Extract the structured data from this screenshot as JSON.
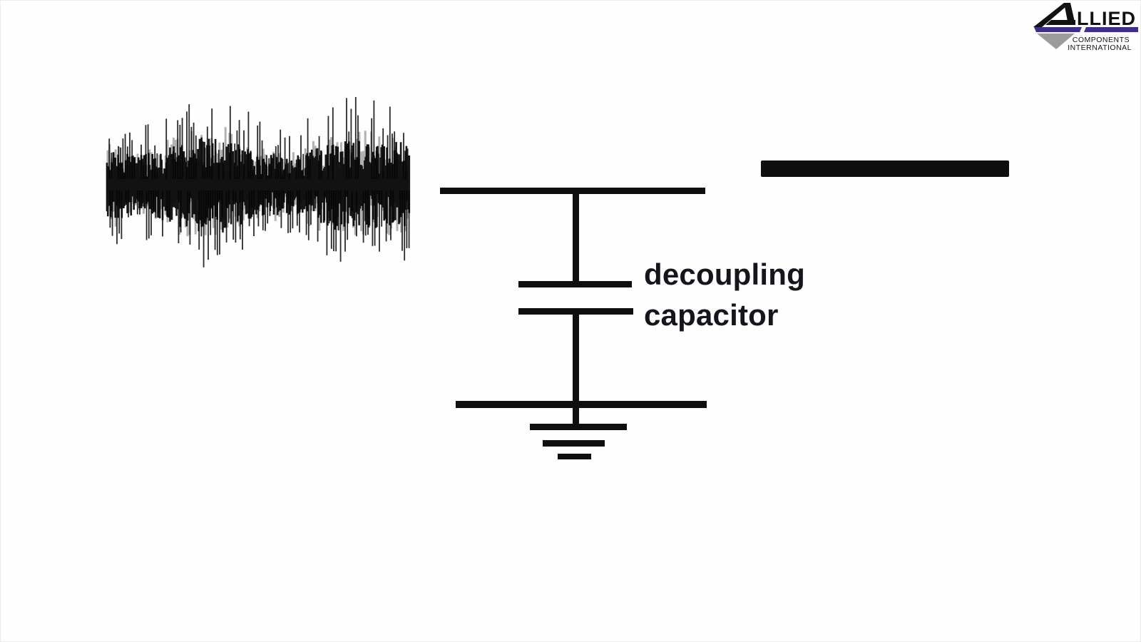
{
  "page": {
    "background": "#fefefe"
  },
  "logo": {
    "company": "Allied Components International",
    "wordmark_rest": "LLIED",
    "subtext_line1": "COMPONENTS",
    "subtext_line2": "INTERNATIONAL",
    "colors": {
      "ink": "#121212",
      "purple": "#3f2e8f",
      "gray": "#9c9c9c"
    }
  },
  "diagram": {
    "ink": "#0f0f0f",
    "label": {
      "line1": "decoupling",
      "line2": "capacitor",
      "color": "#15151d"
    },
    "noise_waveform": {
      "color": "#050505",
      "seed": 12,
      "core_step": 1.3,
      "spike_step": 3.2
    },
    "clean_signal": {
      "color": "#0f0f0f"
    }
  }
}
